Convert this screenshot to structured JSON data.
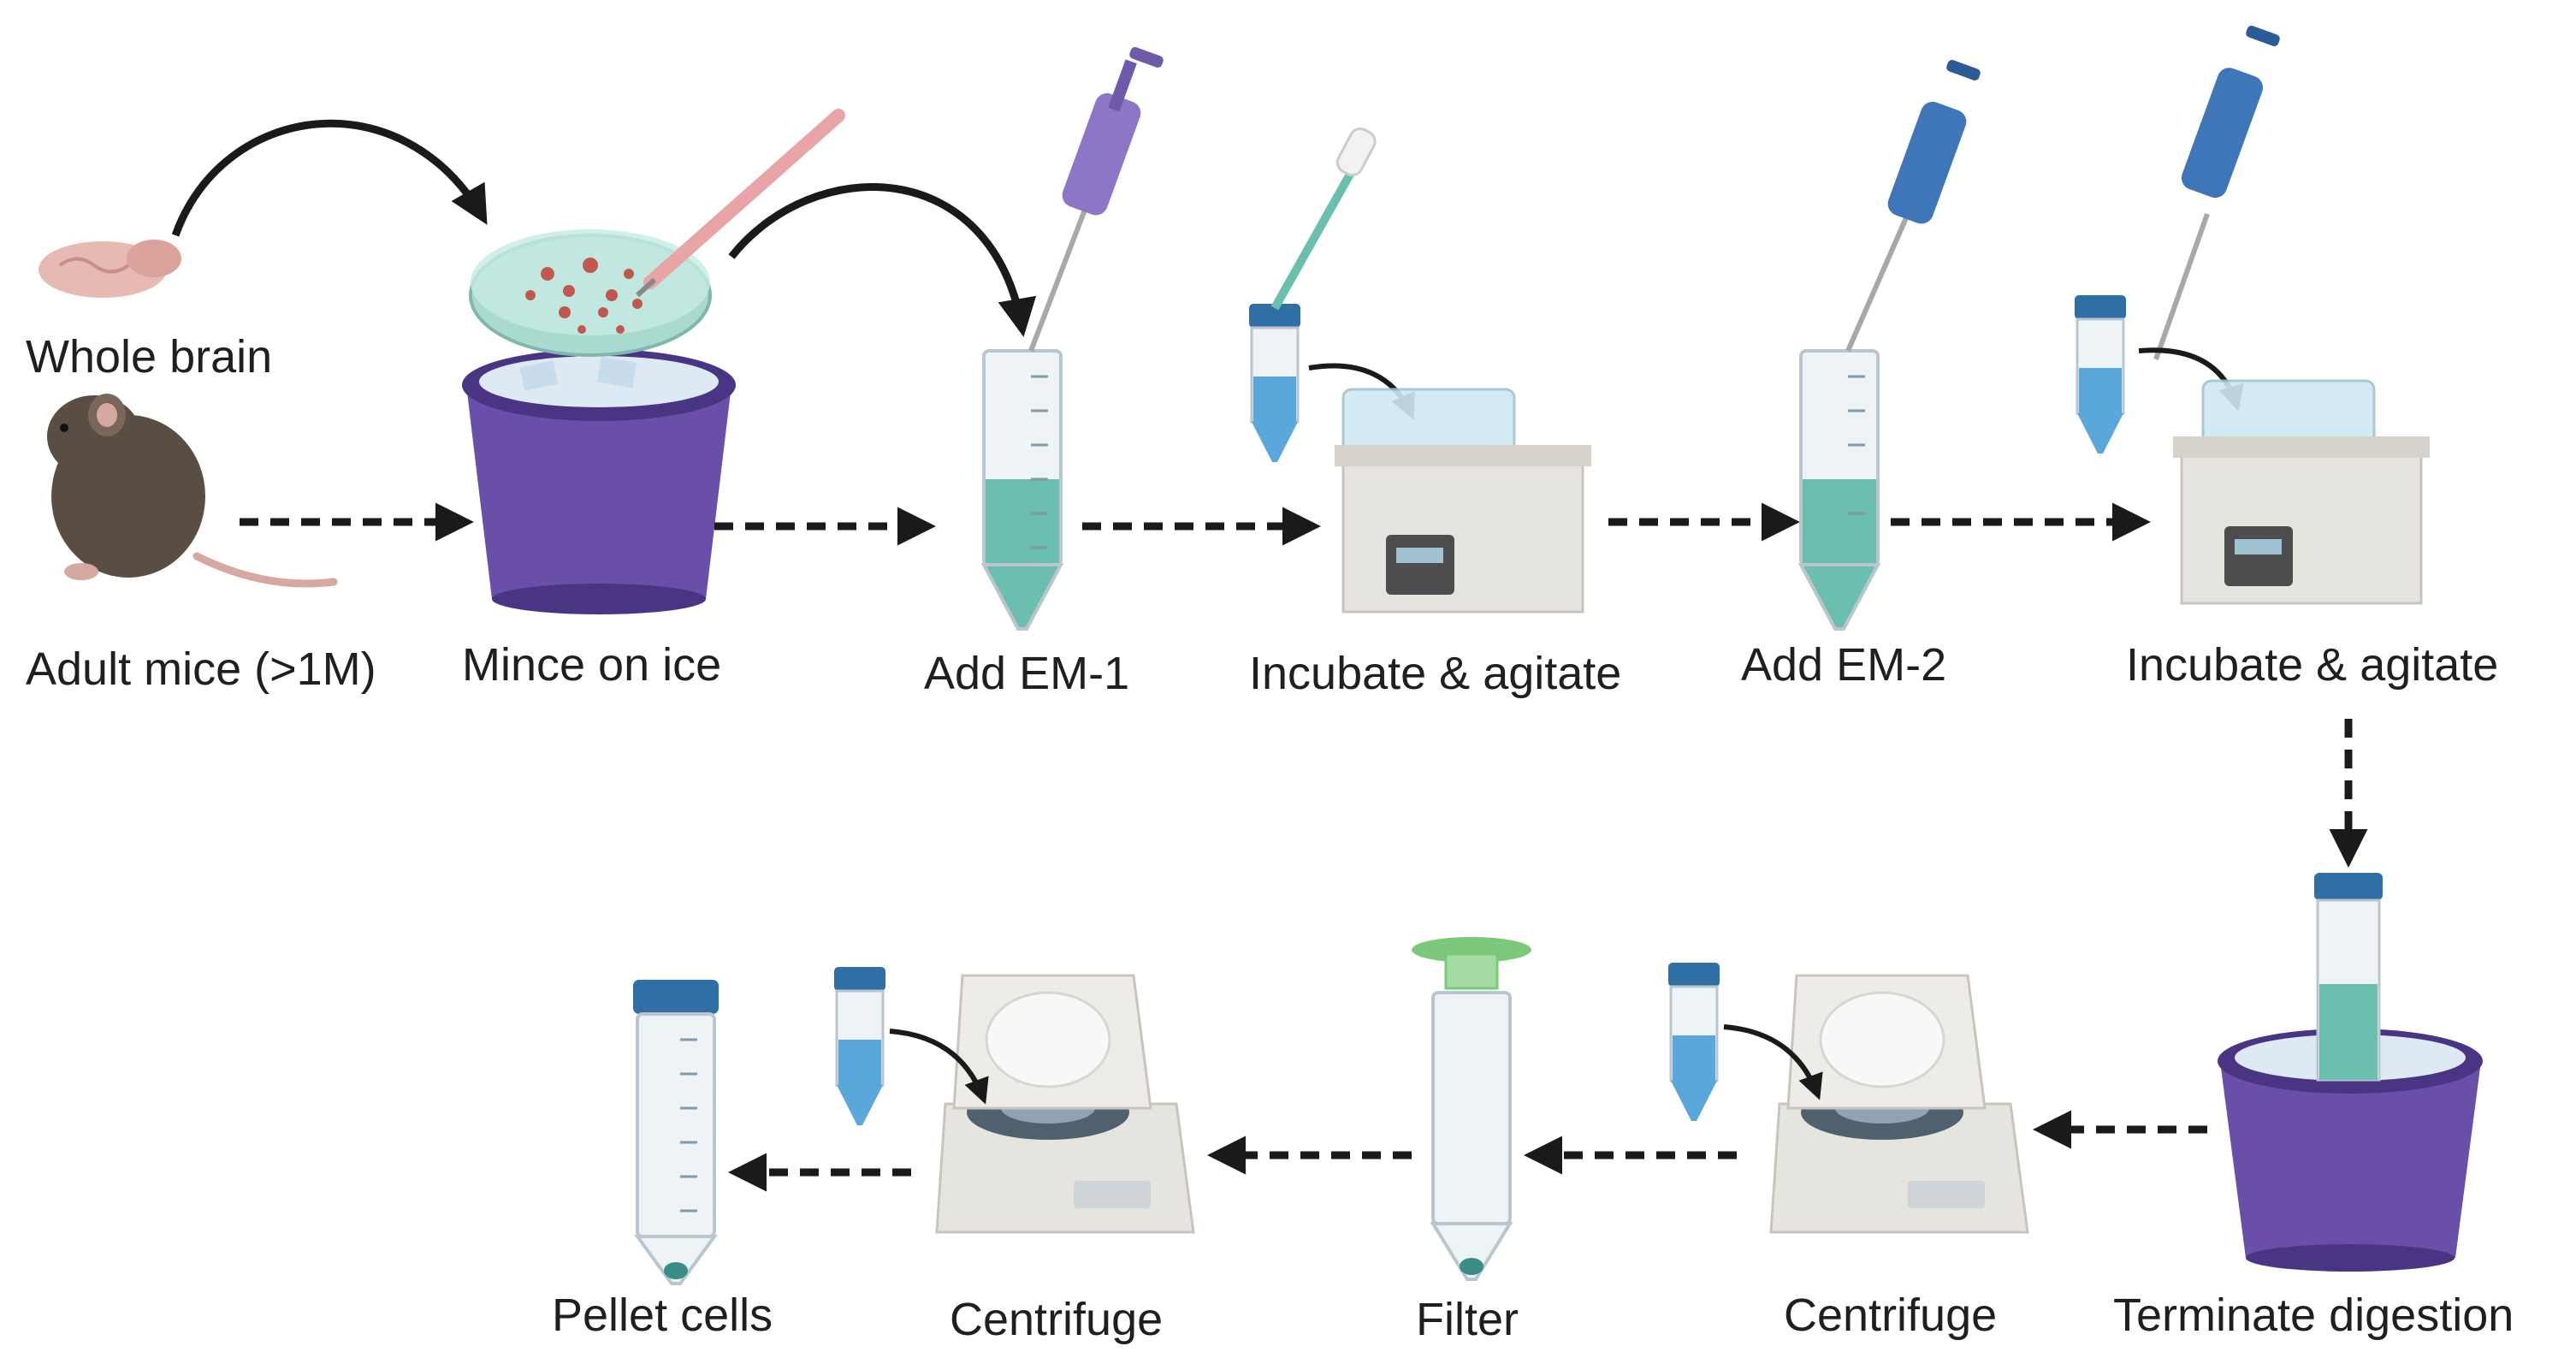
{
  "steps": {
    "whole_brain": "Whole brain",
    "adult_mice": "Adult mice (>1M)",
    "mince_on_ice": "Mince on ice",
    "add_em1": "Add EM-1",
    "incubate_1": "Incubate & agitate",
    "add_em2": "Add EM-2",
    "incubate_2": "Incubate & agitate",
    "terminate": "Terminate digestion",
    "centrifuge_1": "Centrifuge",
    "filter": "Filter",
    "centrifuge_2": "Centrifuge",
    "pellet": "Pellet cells"
  },
  "colors": {
    "arrow": "#1a1a1a",
    "pot": "#6a4fa8",
    "pot_dark": "#4a3585",
    "ice": "#dde9f3",
    "tube_body": "#eef3f6",
    "tube_cap": "#2f6fa5",
    "teal_liquid": "#6bbfae",
    "blue_liquid": "#5aa7dc",
    "device": "#e6e4df",
    "device_dark": "#c9c5bd",
    "pipette_purple": "#8d76c8",
    "pipette_blue": "#3f76b8",
    "mouse": "#5a4d44",
    "brain": "#e7b9b3",
    "filter_green": "#7bc87a"
  }
}
